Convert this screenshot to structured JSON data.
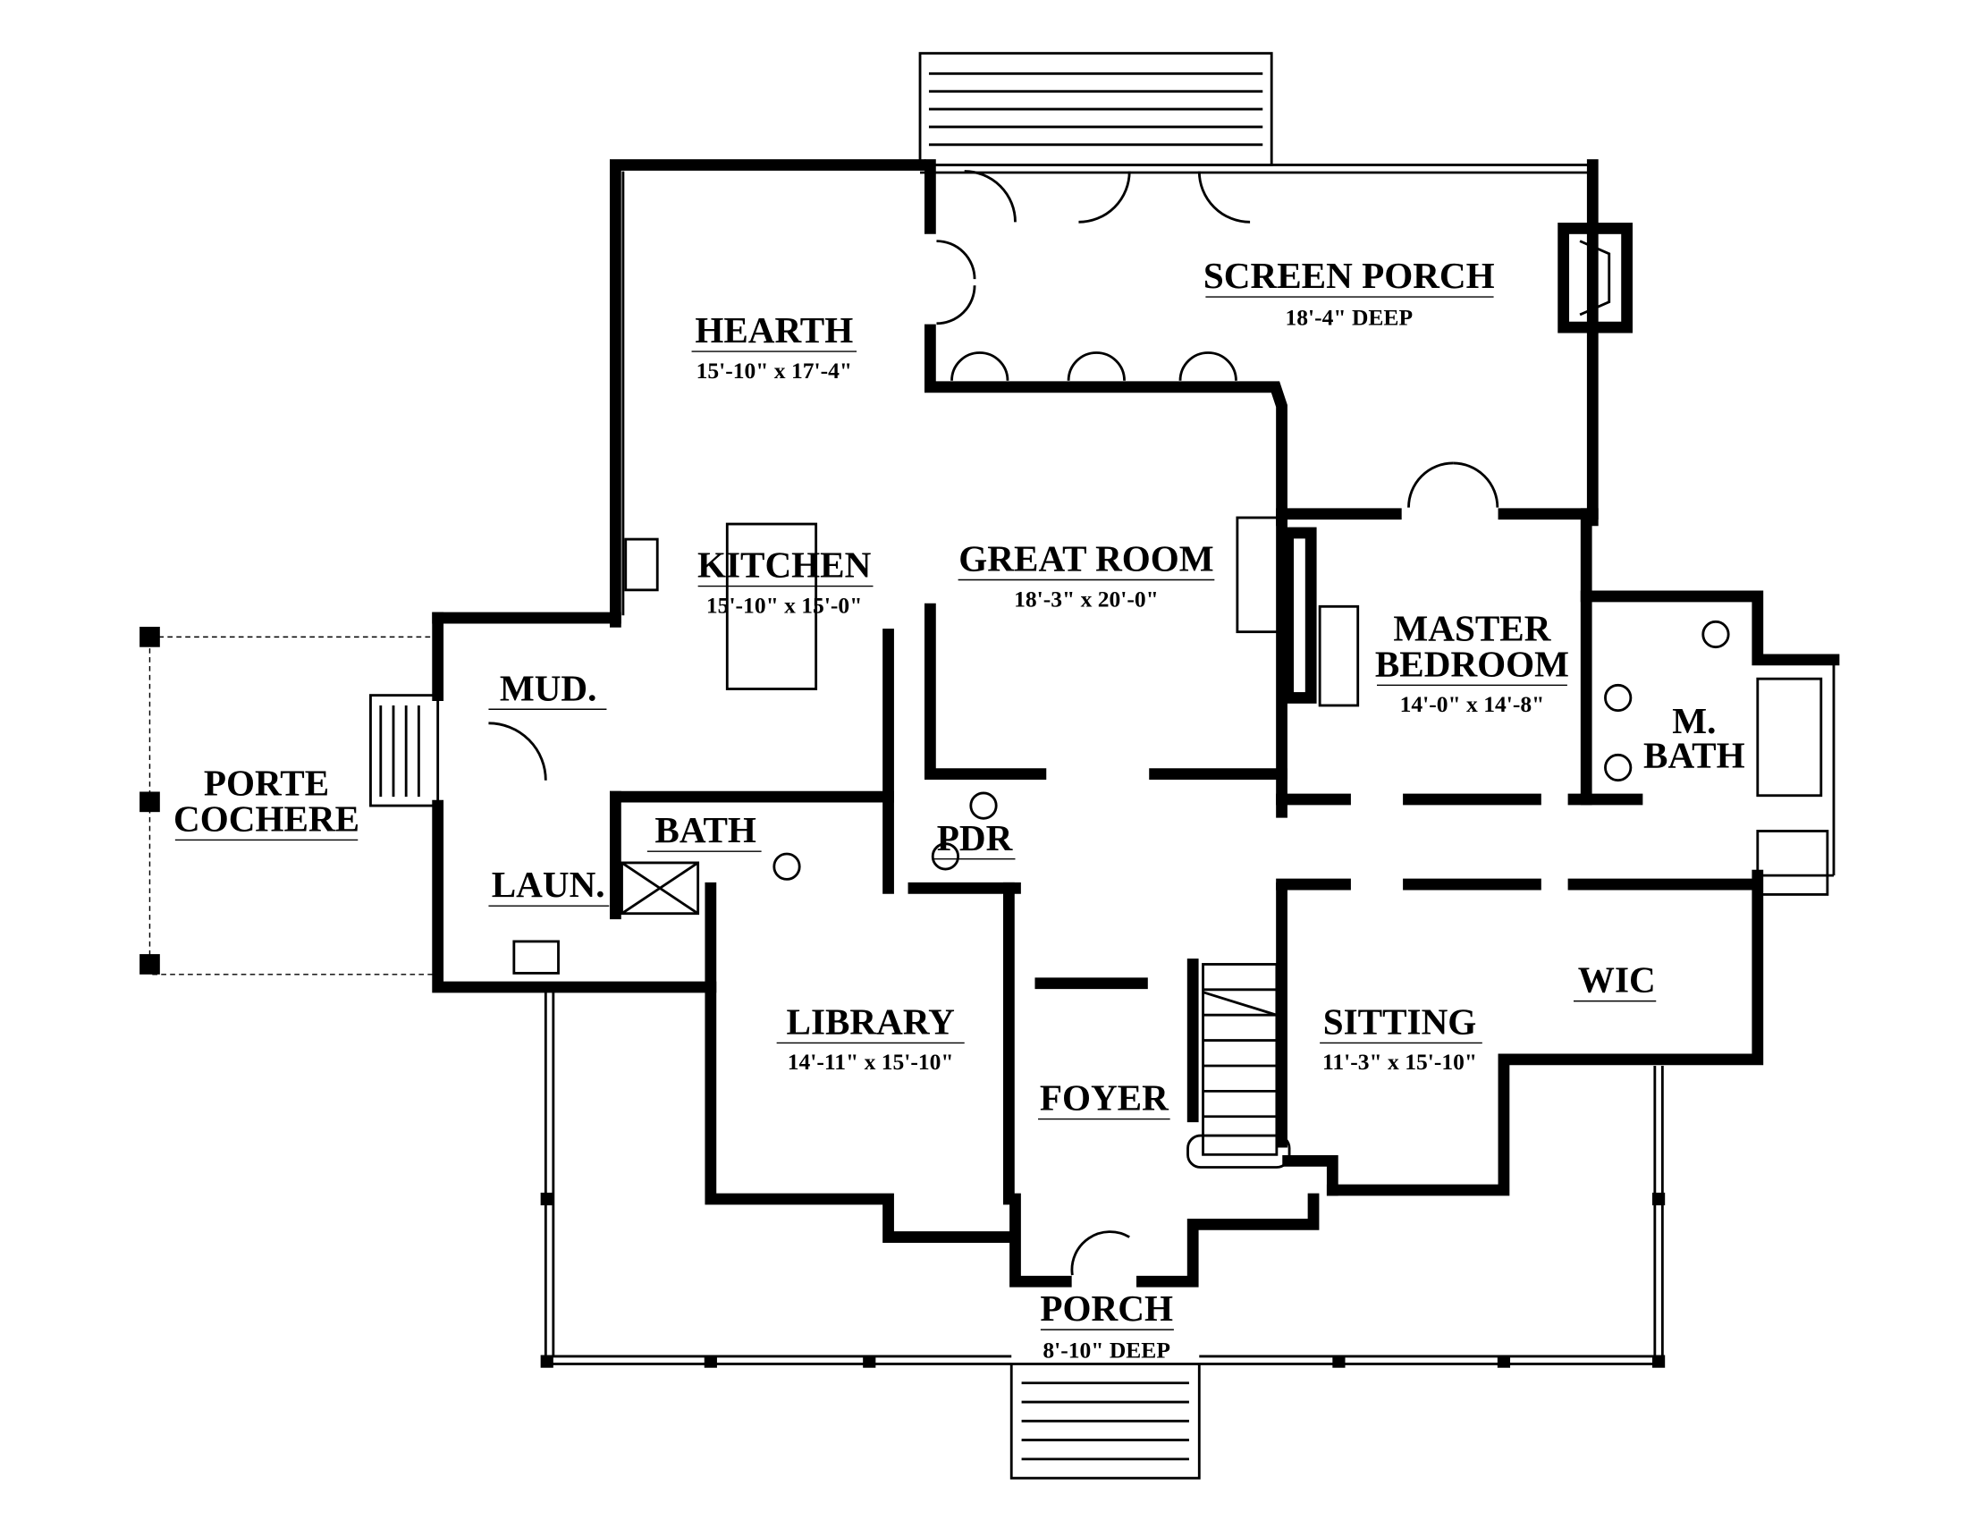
{
  "rooms": {
    "screen_porch": {
      "name": "SCREEN PORCH",
      "dims": "18'-4\" DEEP"
    },
    "hearth": {
      "name": "HEARTH",
      "dims": "15'-10\" x 17'-4\""
    },
    "kitchen": {
      "name": "KITCHEN",
      "dims": "15'-10\" x 15'-0\""
    },
    "great_room": {
      "name": "GREAT ROOM",
      "dims": "18'-3\" x 20'-0\""
    },
    "master_bedroom": {
      "name_line1": "MASTER",
      "name_line2": "BEDROOM",
      "dims": "14'-0\" x 14'-8\""
    },
    "m_bath": {
      "name_line1": "M.",
      "name_line2": "BATH"
    },
    "mud": {
      "name": "MUD."
    },
    "porte_cochere": {
      "name_line1": "PORTE",
      "name_line2": "COCHERE"
    },
    "bath": {
      "name": "BATH"
    },
    "laun": {
      "name": "LAUN."
    },
    "pdr": {
      "name": "PDR"
    },
    "library": {
      "name": "LIBRARY",
      "dims": "14'-11\" x 15'-10\""
    },
    "foyer": {
      "name": "FOYER"
    },
    "sitting": {
      "name": "SITTING",
      "dims": "11'-3\" x 15'-10\""
    },
    "wic": {
      "name": "WIC"
    },
    "porch": {
      "name": "PORCH",
      "dims": "8'-10\" DEEP"
    }
  }
}
